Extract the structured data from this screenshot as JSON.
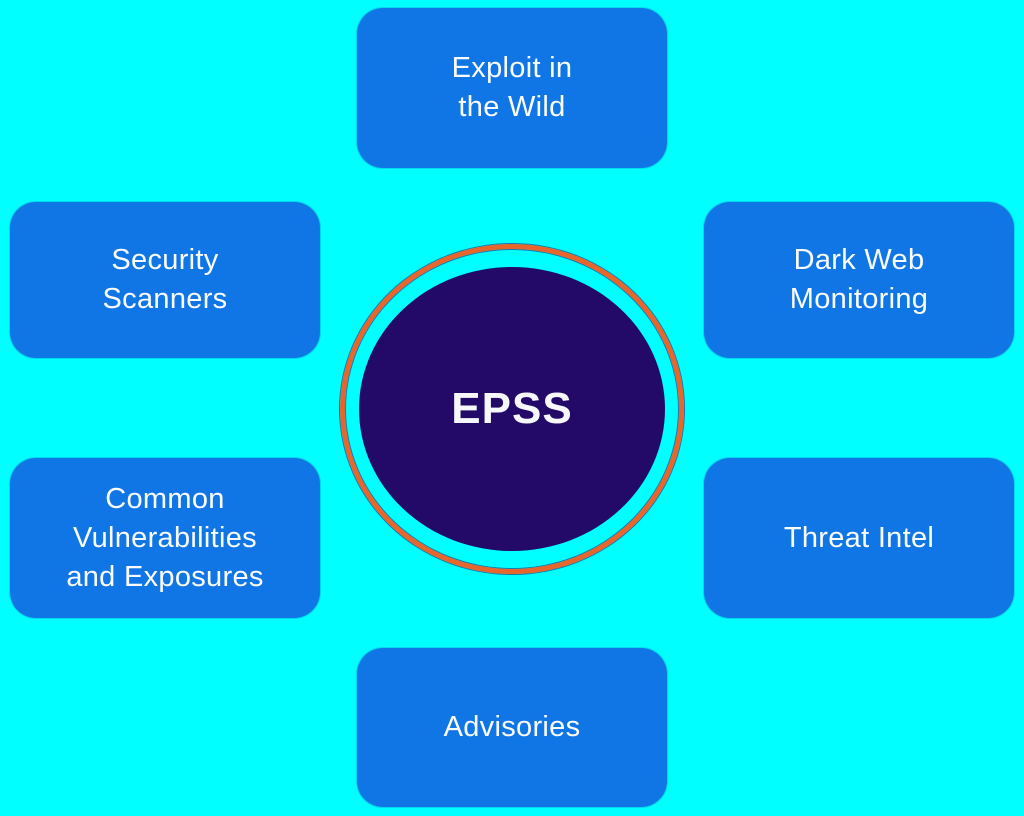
{
  "diagram": {
    "description": "EPSS data-sources hub diagram: six input sources surrounding the central EPSS score",
    "center": {
      "label": "EPSS"
    },
    "nodes": [
      {
        "id": "exploit-in-the-wild",
        "label": "Exploit in\nthe Wild",
        "position": "top"
      },
      {
        "id": "security-scanners",
        "label": "Security\nScanners",
        "position": "upper-left"
      },
      {
        "id": "dark-web-monitoring",
        "label": "Dark Web\nMonitoring",
        "position": "upper-right"
      },
      {
        "id": "common-vulnerabilities-and-exposures",
        "label": "Common\nVulnerabilities\nand Exposures",
        "position": "lower-left"
      },
      {
        "id": "threat-intel",
        "label": "Threat Intel",
        "position": "lower-right"
      },
      {
        "id": "advisories",
        "label": "Advisories",
        "position": "bottom"
      }
    ],
    "colors": {
      "background": "#00FFFF",
      "node_fill": "#1176E5",
      "center_fill": "#230A69",
      "ring_stroke": "#E8662B",
      "text": "#FFFFFF"
    }
  }
}
